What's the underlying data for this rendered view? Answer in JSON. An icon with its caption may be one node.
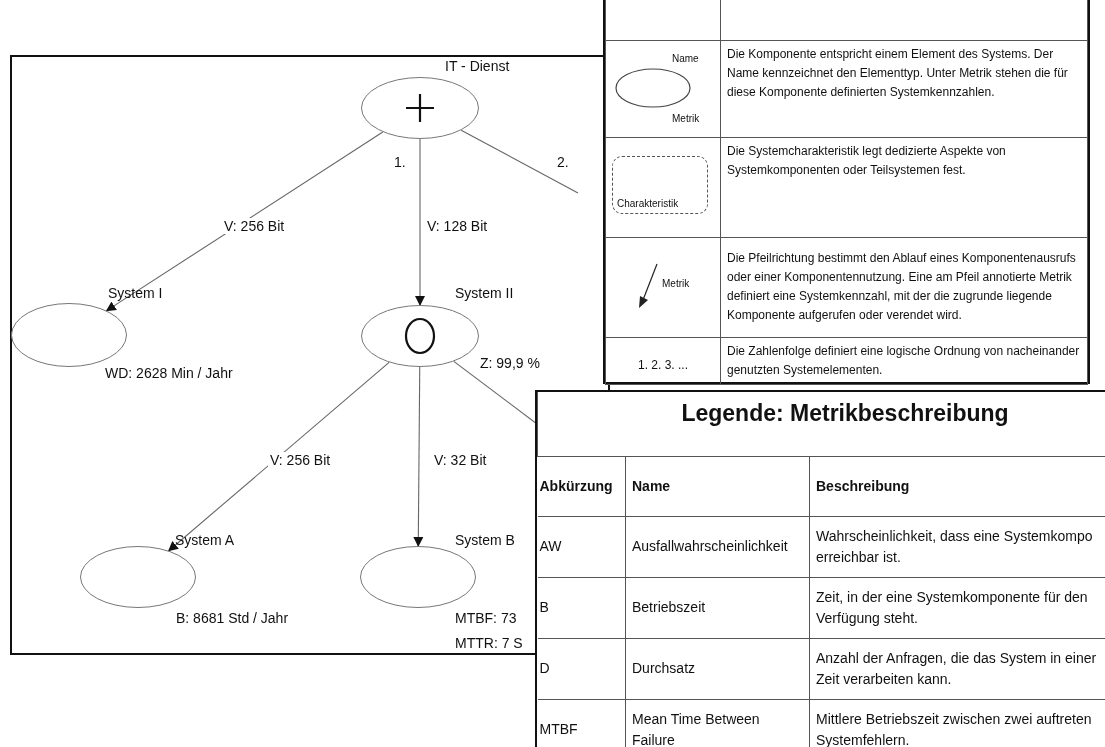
{
  "diagram": {
    "nodes": [
      {
        "text": [
          "IT - Dienst"
        ]
      },
      {
        "text": [
          "System I"
        ],
        "beside": [
          "WD: 2628 Min / Jahr"
        ]
      },
      {
        "text": [
          "System II"
        ]
      },
      {
        "text": [
          "System A"
        ],
        "beside": [
          "B: 8681 Std / Jahr"
        ]
      },
      {
        "text": [
          "System B"
        ],
        "beside": [
          "MTBF: 73",
          "MTTR: 7 S"
        ]
      },
      {
        "text": [],
        "shape": "ellipse",
        "beside": [
          "Name",
          "Metrik"
        ]
      },
      {
        "text": [
          "Charakteristik"
        ]
      }
    ],
    "edges": [
      {
        "from": 0,
        "to": 1,
        "arrow": "to",
        "label": "V: 256 Bit"
      },
      {
        "from": 0,
        "to": 2,
        "arrow": "to",
        "label": "V: 128 Bit"
      },
      {
        "from": 0,
        "to": null,
        "arrow": "none"
      },
      {
        "from": 2,
        "to": 3,
        "arrow": "to",
        "label": "V: 256 Bit"
      },
      {
        "from": 2,
        "to": 4,
        "arrow": "to",
        "label": "V: 32 Bit"
      },
      {
        "from": 2,
        "to": null,
        "arrow": "none",
        "label": "Z: 99,9 %"
      }
    ],
    "labels": [
      "1.",
      "2.",
      "Die Komponente entspricht einem Element des Systems. Der Name kennzeichnet den Elementtyp. Unter Metrik stehen die für diese Komponente definierten Systemkennzahlen.",
      "Die Systemcharakteristik legt dedizierte Aspekte von Systemkomponenten oder Teilsystemen fest.",
      "Metrik",
      "Die Pfeilrichtung bestimmt den Ablauf eines Komponentenausrufs oder einer Komponentennutzung. Eine am Pfeil annotierte Metrik definiert eine Systemkennzahl, mit der die zugrunde liegende Komponente aufgerufen oder verendet wird.",
      "1. 2. 3. ...",
      "Die Zahlenfolge definiert eine logische Ordnung von nacheinander genutzten Systemelementen.",
      "Legende: Metrikbeschreibung",
      "Abkürzung",
      "Name",
      "Beschreibung",
      "AW",
      "Ausfallwahrscheinlichkeit",
      "Wahrscheinlichkeit, dass eine Systemkompo erreichbar ist.",
      "B",
      "Betriebszeit",
      "Zeit, in der eine Systemkomponente für den Verfügung steht.",
      "D",
      "Durchsatz",
      "Anzahl der Anfragen, die das System in einer Zeit verarbeiten kann.",
      "MTBF",
      "Mean Time Between Failure",
      "Mittlere Betriebszeit zwischen zwei auftreten Systemfehlern."
    ]
  }
}
